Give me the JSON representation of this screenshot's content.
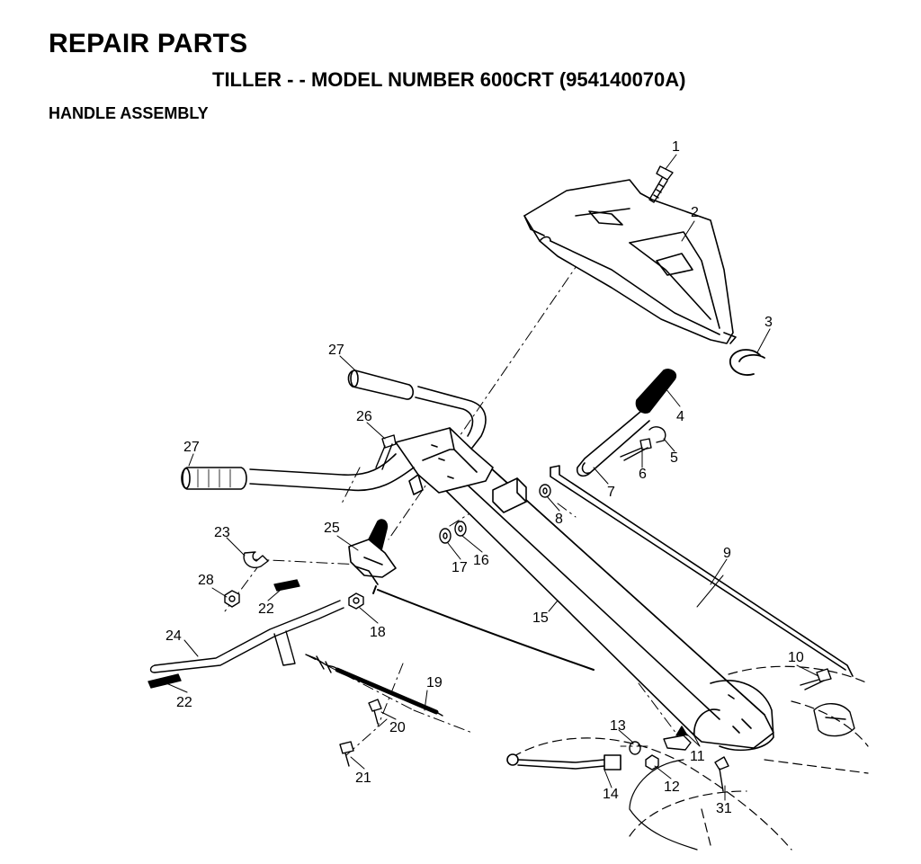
{
  "header": {
    "title": "REPAIR PARTS",
    "subtitle": "TILLER - - MODEL NUMBER 600CRT (954140070A)",
    "section": "HANDLE ASSEMBLY"
  },
  "callouts": [
    "1",
    "2",
    "3",
    "4",
    "5",
    "6",
    "7",
    "8",
    "9",
    "10",
    "11",
    "12",
    "13",
    "14",
    "15",
    "16",
    "17",
    "18",
    "19",
    "20",
    "21",
    "22",
    "22",
    "23",
    "24",
    "25",
    "26",
    "27",
    "27",
    "28",
    "31"
  ]
}
